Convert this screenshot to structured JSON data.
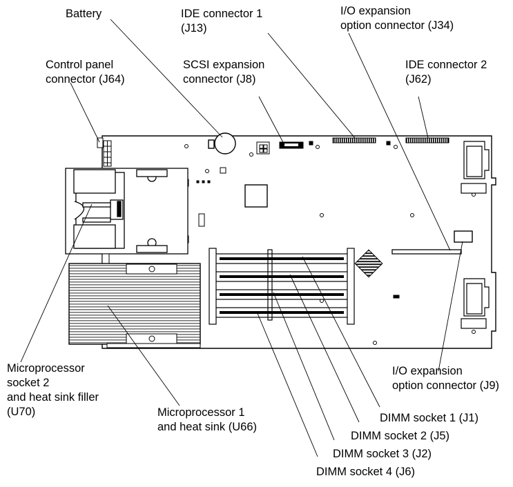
{
  "labels": {
    "battery": [
      "Battery"
    ],
    "ide1": [
      "IDE connector 1",
      "(J13)"
    ],
    "io_j34": [
      "I/O expansion",
      "option connector (J34)"
    ],
    "control_panel": [
      "Control panel",
      "connector (J64)"
    ],
    "scsi": [
      "SCSI expansion",
      "connector (J8)"
    ],
    "ide2": [
      "IDE connector 2",
      "(J62)"
    ],
    "cpu_socket2": [
      "Microprocessor",
      "socket 2",
      "and heat sink filler",
      "(U70)"
    ],
    "io_j9": [
      "I/O expansion",
      "option connector (J9)"
    ],
    "cpu1": [
      "Microprocessor 1",
      "and heat sink (U66)"
    ],
    "dimm1": [
      "DIMM socket 1 (J1)"
    ],
    "dimm2": [
      "DIMM socket 2 (J5)"
    ],
    "dimm3": [
      "DIMM socket 3 (J2)"
    ],
    "dimm4": [
      "DIMM socket 4 (J6)"
    ]
  },
  "colors": {
    "line": "#000000",
    "board_fill": "#ffffff",
    "heatsink_stripe": "#cccccc"
  }
}
